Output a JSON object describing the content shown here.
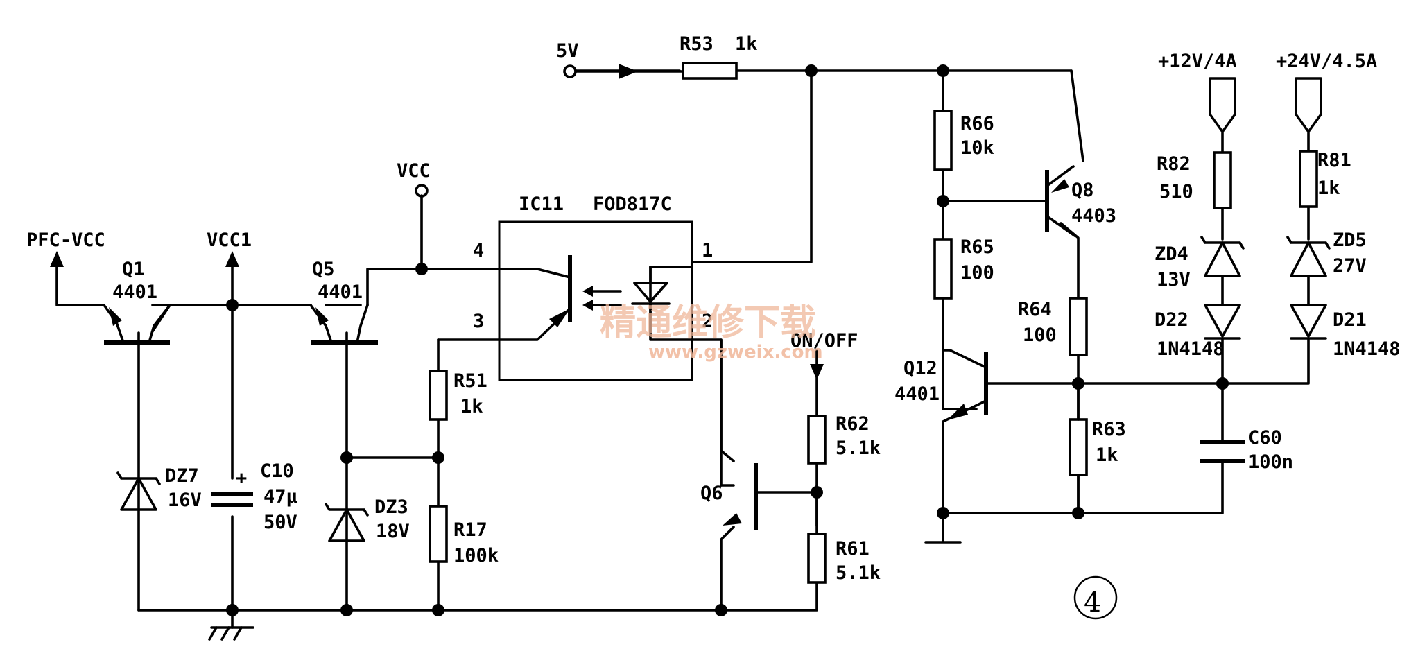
{
  "rails": {
    "v5": "5V",
    "vcc": "VCC",
    "vcc1": "VCC1",
    "pfc_vcc": "PFC-VCC",
    "p12": "+12V/4A",
    "p24": "+24V/4.5A",
    "onoff": "ON/OFF"
  },
  "optocoupler": {
    "ref": "IC11",
    "part": "FOD817C",
    "pins": [
      "1",
      "2",
      "3",
      "4"
    ]
  },
  "transistors": {
    "q1": {
      "ref": "Q1",
      "part": "4401"
    },
    "q5": {
      "ref": "Q5",
      "part": "4401"
    },
    "q6": {
      "ref": "Q6"
    },
    "q8": {
      "ref": "Q8",
      "part": "4403"
    },
    "q12": {
      "ref": "Q12",
      "part": "4401"
    }
  },
  "resistors": {
    "r53": {
      "ref": "R53",
      "value": "1k"
    },
    "r51": {
      "ref": "R51",
      "value": "1k"
    },
    "r17": {
      "ref": "R17",
      "value": "100k"
    },
    "r62": {
      "ref": "R62",
      "value": "5.1k"
    },
    "r61": {
      "ref": "R61",
      "value": "5.1k"
    },
    "r66": {
      "ref": "R66",
      "value": "10k"
    },
    "r65": {
      "ref": "R65",
      "value": "100"
    },
    "r64": {
      "ref": "R64",
      "value": "100"
    },
    "r63": {
      "ref": "R63",
      "value": "1k"
    },
    "r82": {
      "ref": "R82",
      "value": "510"
    },
    "r81": {
      "ref": "R81",
      "value": "1k"
    }
  },
  "diodes": {
    "dz7": {
      "ref": "DZ7",
      "value": "16V"
    },
    "dz3": {
      "ref": "DZ3",
      "value": "18V"
    },
    "zd4": {
      "ref": "ZD4",
      "value": "13V"
    },
    "zd5": {
      "ref": "ZD5",
      "value": "27V"
    },
    "d22": {
      "ref": "D22",
      "value": "1N4148"
    },
    "d21": {
      "ref": "D21",
      "value": "1N4148"
    }
  },
  "capacitors": {
    "c10": {
      "ref": "C10",
      "value": "47μ",
      "voltage": "50V",
      "polarity": "+"
    },
    "c60": {
      "ref": "C60",
      "value": "100n"
    }
  },
  "figure_number": "④",
  "watermark": {
    "text": "精通维修下载",
    "url": "www.gzweix.com"
  }
}
